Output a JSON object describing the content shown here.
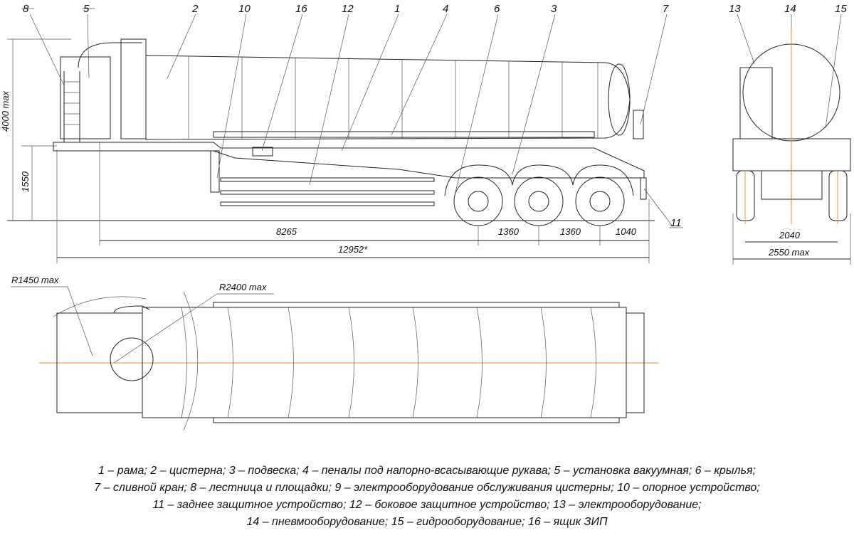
{
  "callouts": {
    "c1": "1",
    "c2": "2",
    "c3": "3",
    "c4": "4",
    "c5": "5",
    "c6": "6",
    "c7": "7",
    "c8": "8",
    "c10": "10",
    "c11": "11",
    "c12": "12",
    "c13": "13",
    "c14": "14",
    "c15": "15",
    "c16": "16"
  },
  "dimensions": {
    "height_max": "4000 max",
    "frame_height": "1550",
    "kingpin_to_axle": "8265",
    "axle_spacing_1": "1360",
    "axle_spacing_2": "1360",
    "rear_overhang": "1040",
    "overall_length": "12952*",
    "track": "2040",
    "width_max": "2550 max",
    "radius_front": "R1450 max",
    "radius_swing": "R2400 max"
  },
  "legend": [
    "1 – рама; 2 – цистерна; 3 – подвеска; 4 – пеналы под напорно-всасывающие рукава; 5 – установка вакуумная; 6 – крылья;",
    "7 – сливной кран; 8 – лестница и площадки; 9 – электрооборудование обслуживания цистерны; 10 – опорное устройство;",
    "11 – заднее защитное устройство; 12 – боковое защитное устройство; 13 – электрооборудование;",
    "14 – пневмооборудование; 15 – гидрооборудование; 16 – ящик ЗИП"
  ],
  "colors": {
    "line": "#222222",
    "centerline": "#f08a24"
  }
}
